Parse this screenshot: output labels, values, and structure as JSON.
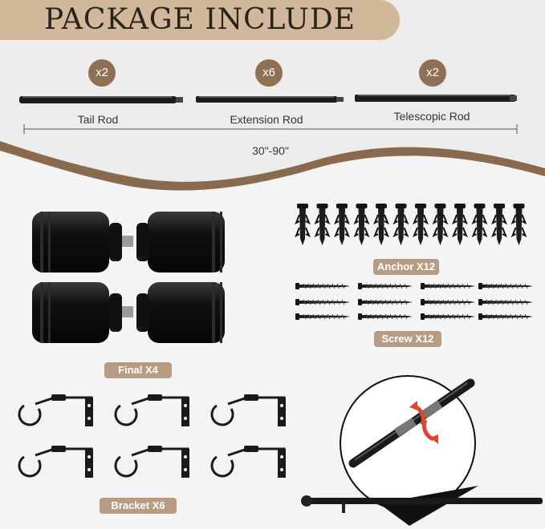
{
  "header": {
    "title": "PACKAGE INCLUDE"
  },
  "rods": [
    {
      "count": "x2",
      "label": "Tail Rod"
    },
    {
      "count": "x6",
      "label": "Extension Rod"
    },
    {
      "count": "x2",
      "label": "Telescopic Rod"
    }
  ],
  "measurement": "30\"-90\"",
  "parts": {
    "anchor": "Anchor X12",
    "screw": "Screw X12",
    "final": "Final X4",
    "bracket": "Bracket X6"
  },
  "colors": {
    "accent": "#d2b89a",
    "badge": "#8f7055",
    "pill": "#b79b82",
    "wave": "#8a6a4f",
    "arrow": "#e0452e"
  }
}
